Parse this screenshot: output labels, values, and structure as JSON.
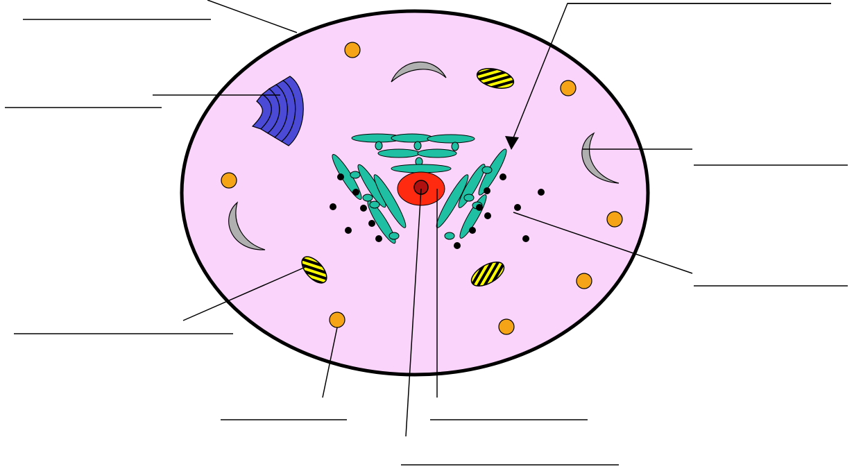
{
  "diagram": {
    "subject": "animal-cell-worksheet",
    "label_blanks": [
      {
        "id": "cell-membrane",
        "text": ""
      },
      {
        "id": "centrioles",
        "text": ""
      },
      {
        "id": "golgi-body",
        "text": ""
      },
      {
        "id": "mitochondrion",
        "text": ""
      },
      {
        "id": "lysosome",
        "text": ""
      },
      {
        "id": "cytoplasm",
        "text": ""
      },
      {
        "id": "ribosome",
        "text": ""
      },
      {
        "id": "nucleolus",
        "text": ""
      },
      {
        "id": "nucleus",
        "text": ""
      },
      {
        "id": "endoplasmic-reticulum",
        "text": ""
      }
    ],
    "colors": {
      "cytoplasm": "#fbd4fb",
      "membrane": "#000000",
      "golgi": "#4a4ad6",
      "er": "#1ebfa3",
      "nucleus": "#ff2a10",
      "nucleolus": "#b01010",
      "lysosome": "#f5a418",
      "vacuole": "#b0b0b0",
      "mitochondrion": "#ffff00",
      "ribosome": "#000000"
    }
  }
}
